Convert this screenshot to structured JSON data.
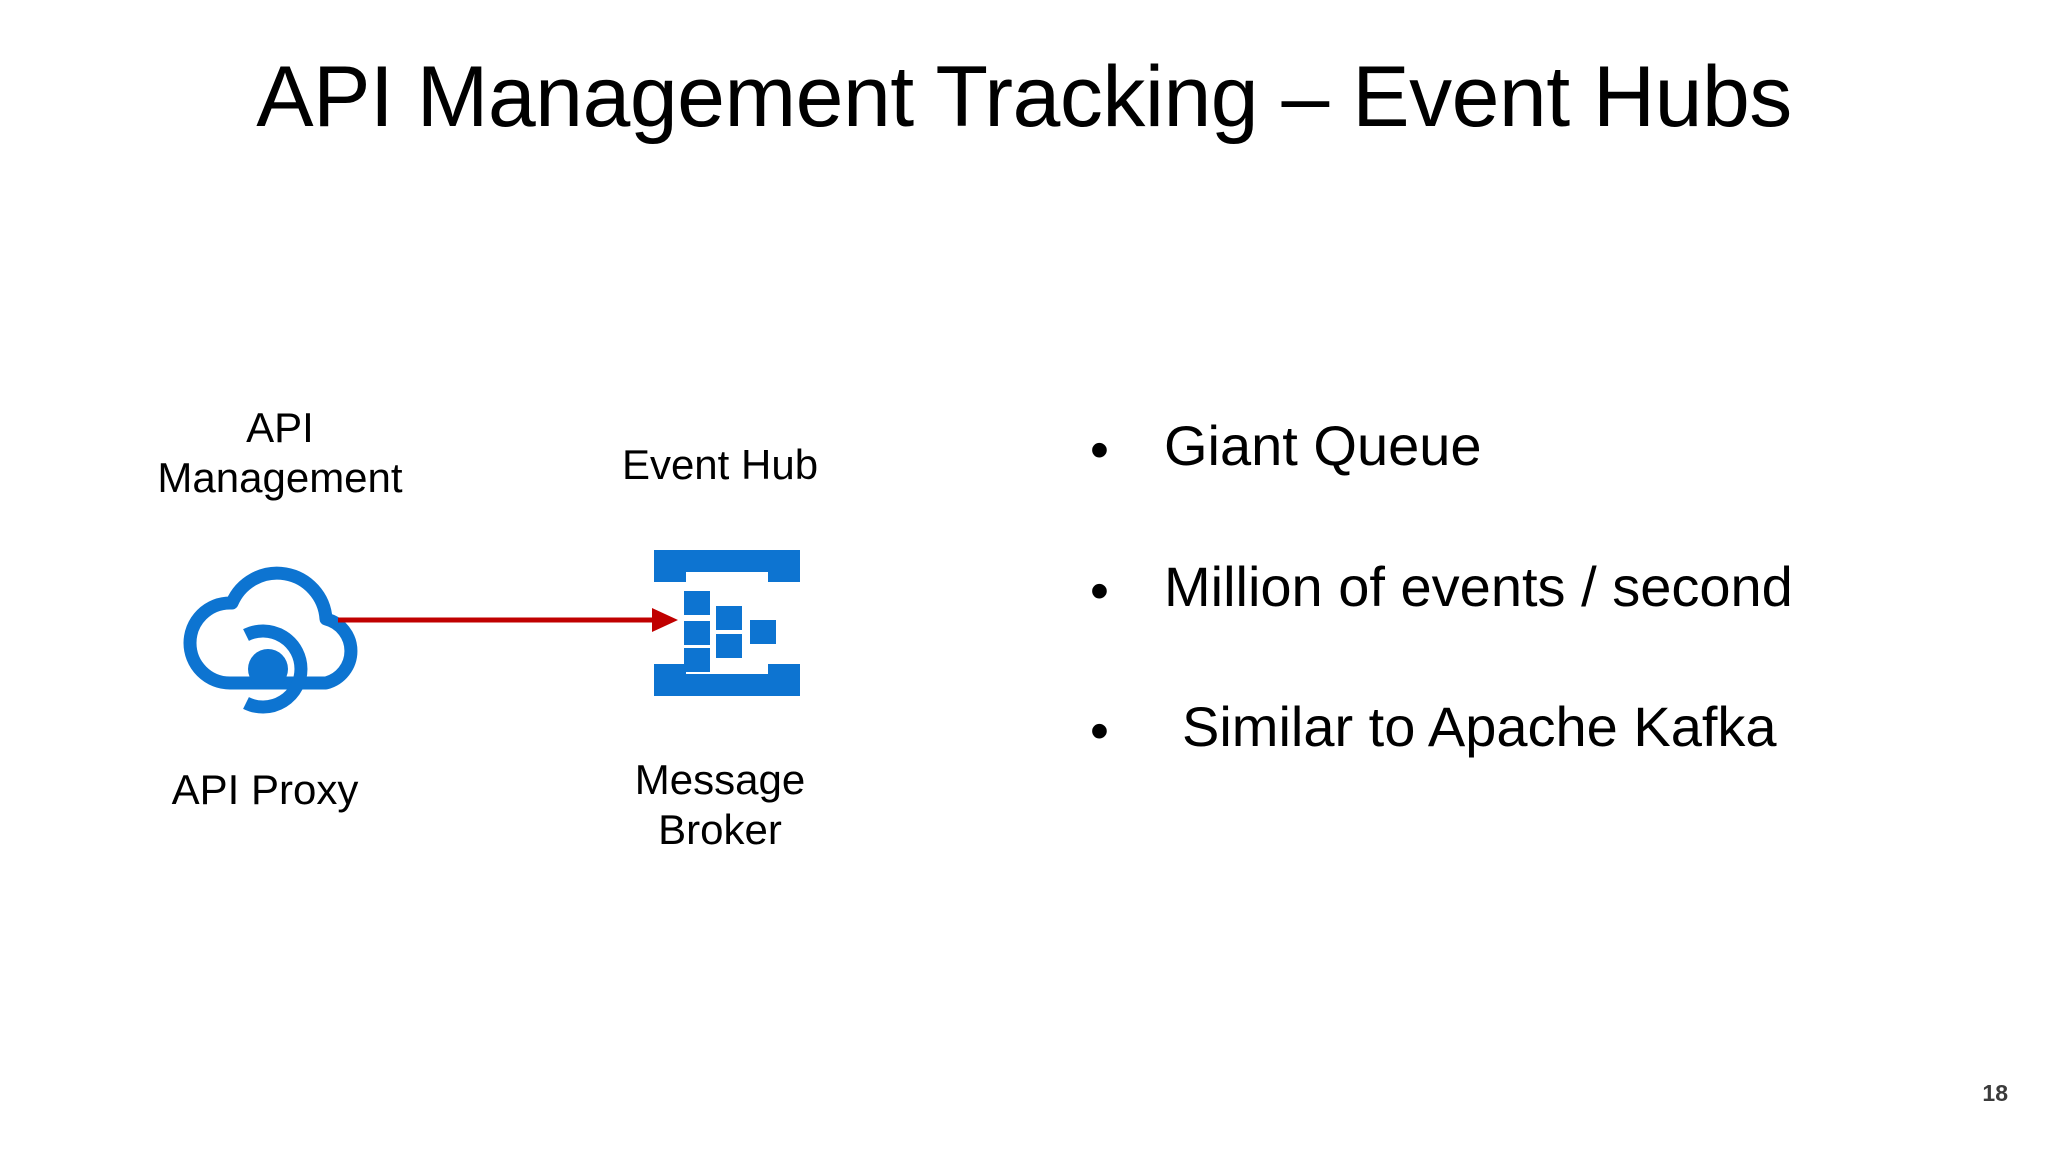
{
  "slide": {
    "title": "API Management Tracking – Event Hubs",
    "page_number": "18",
    "background_color": "#ffffff",
    "text_color": "#000000"
  },
  "diagram": {
    "accent_color": "#0d74d1",
    "arrow_color": "#c00000",
    "nodes": [
      {
        "id": "api-management",
        "top_label": "API\nManagement",
        "top_label_line1": "API",
        "top_label_line2": "Management",
        "bottom_label": "API Proxy",
        "icon": "cloud-api-management-icon"
      },
      {
        "id": "event-hub",
        "top_label": "Event Hub",
        "bottom_label_line1": "Message",
        "bottom_label_line2": "Broker",
        "icon": "event-hub-icon"
      }
    ],
    "connector": {
      "from": "api-management",
      "to": "event-hub",
      "style": "arrow",
      "color": "#c00000"
    }
  },
  "bullets": {
    "marker": "•",
    "items": [
      {
        "text": "Giant Queue",
        "indented": false
      },
      {
        "text": "Million of events / second",
        "indented": false
      },
      {
        "text": "Similar to Apache Kafka",
        "indented": true
      }
    ]
  }
}
